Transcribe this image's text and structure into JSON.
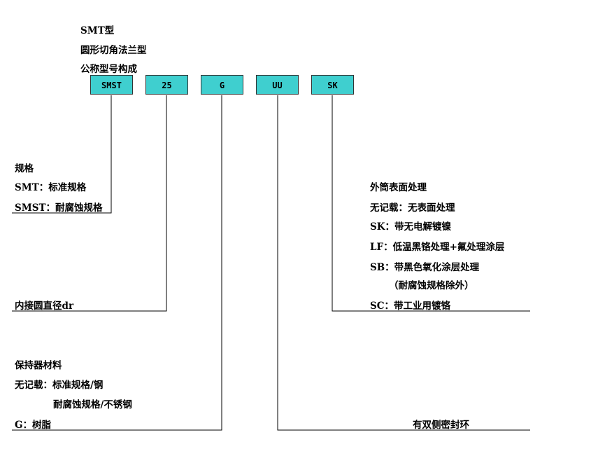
{
  "header": {
    "line1": "SMT型",
    "line2": "圆形切角法兰型",
    "line3": "公称型号构成"
  },
  "boxes": [
    "SMST",
    "25",
    "G",
    "UU",
    "SK"
  ],
  "spec": {
    "title": "规格",
    "item1": "SMT：标准规格",
    "item2": "SMST：耐腐蚀规格"
  },
  "diameter": {
    "title": "内接圆直径dr"
  },
  "retainer": {
    "title": "保持器材料",
    "item1": "无记载：标准规格/钢",
    "item2": "耐腐蚀规格/不锈钢",
    "item3": "G：树脂"
  },
  "surface": {
    "title": "外筒表面处理",
    "item1": "无记载：无表面处理",
    "item2": "SK：带无电解镀镍",
    "item3": "LF：低温黑铬处理+氟处理涂层",
    "item4": "SB：带黑色氧化涂层处理",
    "item5": "（耐腐蚀规格除外）",
    "item6": "SC：带工业用镀铬"
  },
  "seal": {
    "title": "有双侧密封环"
  },
  "colors": {
    "box_fill": "#3fcfcf",
    "line": "#000000"
  }
}
